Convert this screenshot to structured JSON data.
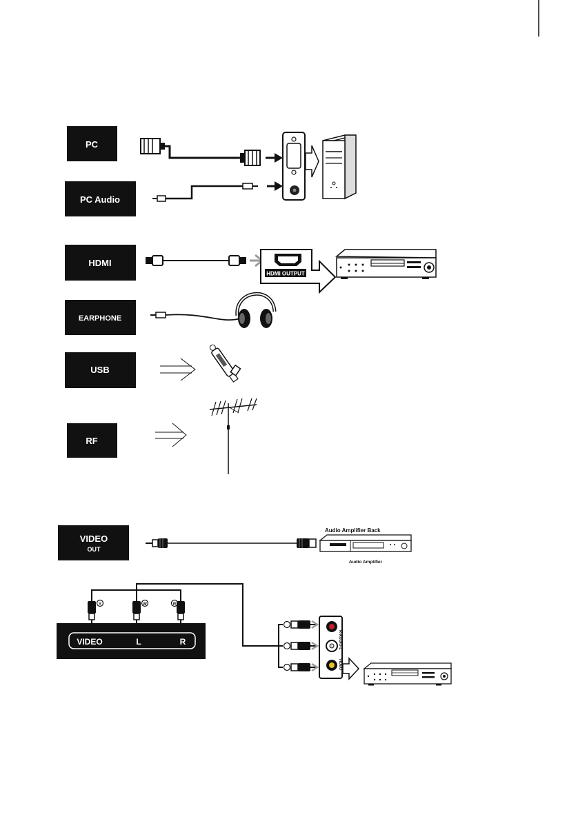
{
  "labels": {
    "pc": "PC",
    "pc_audio": "PC  Audio",
    "hdmi": "HDMI",
    "earphone": "EARPHONE",
    "usb": "USB",
    "rf": "RF",
    "video_out_line1": "VIDEO",
    "video_out_line2": "OUT"
  },
  "hdmi_output_label": "HDMI OUTPUT",
  "amplifier": {
    "back_label": "Audio Amplifier Back",
    "front_label": "Audio Amplifier"
  },
  "av_panel": {
    "video": "VIDEO",
    "l": "L",
    "r": "R"
  },
  "rca_markers": [
    "Y",
    "W",
    "R"
  ],
  "device_jacks_rotated": [
    "R-AUDIO-L",
    "VIDEO"
  ],
  "colors": {
    "label_bg": "#111111",
    "line": "#1a1a1a",
    "arrow_gray": "#9a9a9a"
  }
}
